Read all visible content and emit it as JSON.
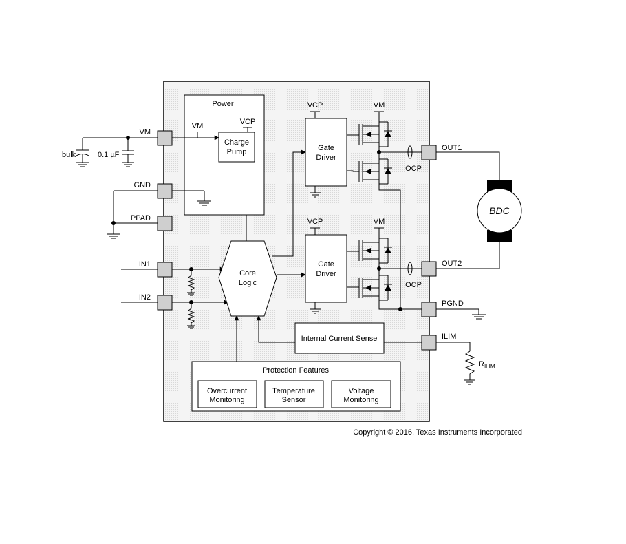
{
  "pins_left": {
    "vm": "VM",
    "gnd": "GND",
    "ppad": "PPAD",
    "in1": "IN1",
    "in2": "IN2"
  },
  "pins_right": {
    "out1": "OUT1",
    "out2": "OUT2",
    "pgnd": "PGND",
    "ilim": "ILIM"
  },
  "external": {
    "bulk": "bulk",
    "cap_value": "0.1 µF",
    "motor": "BDC",
    "resistor_main": "R",
    "resistor_sub": "ILIM"
  },
  "blocks": {
    "power_title": "Power",
    "power_vm": "VM",
    "power_vcp": "VCP",
    "charge_pump_line1": "Charge",
    "charge_pump_line2": "Pump",
    "core_line1": "Core",
    "core_line2": "Logic",
    "gate_driver_line1": "Gate",
    "gate_driver_line2": "Driver",
    "vcp": "VCP",
    "vm": "VM",
    "ocp": "OCP",
    "current_sense": "Internal Current Sense",
    "protection_title": "Protection Features",
    "overcurrent_line1": "Overcurrent",
    "overcurrent_line2": "Monitoring",
    "temperature_line1": "Temperature",
    "temperature_line2": "Sensor",
    "voltage_line1": "Voltage",
    "voltage_line2": "Monitoring"
  },
  "copyright": "Copyright © 2016, Texas Instruments Incorporated"
}
